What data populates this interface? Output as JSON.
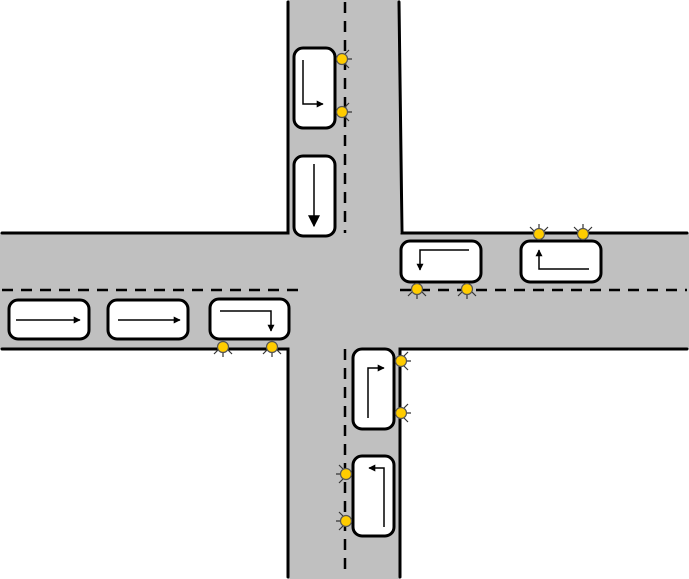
{
  "diagram": {
    "type": "traffic-intersection",
    "colors": {
      "road": "#c0c0c0",
      "edge": "#000000",
      "lane_divider": "#000000",
      "car_body": "#ffffff",
      "car_outline": "#000000",
      "arrow": "#000000",
      "turn_signal": "#ffcc00",
      "turn_signal_outline": "#555555"
    },
    "cars": [
      {
        "id": "west-1",
        "approach": "west",
        "maneuver": "straight",
        "signals": "off"
      },
      {
        "id": "west-2",
        "approach": "west",
        "maneuver": "straight",
        "signals": "off"
      },
      {
        "id": "west-3",
        "approach": "west",
        "maneuver": "right-turn",
        "signals": "on"
      },
      {
        "id": "north-1",
        "approach": "north",
        "maneuver": "left-turn",
        "signals": "on"
      },
      {
        "id": "north-2",
        "approach": "north",
        "maneuver": "straight",
        "signals": "off"
      },
      {
        "id": "east-1",
        "approach": "east",
        "maneuver": "left-turn",
        "signals": "on"
      },
      {
        "id": "east-2",
        "approach": "east",
        "maneuver": "right-turn",
        "signals": "on"
      },
      {
        "id": "south-1",
        "approach": "south",
        "maneuver": "right-turn",
        "signals": "on"
      },
      {
        "id": "south-2",
        "approach": "south",
        "maneuver": "left-turn",
        "signals": "on"
      }
    ]
  }
}
